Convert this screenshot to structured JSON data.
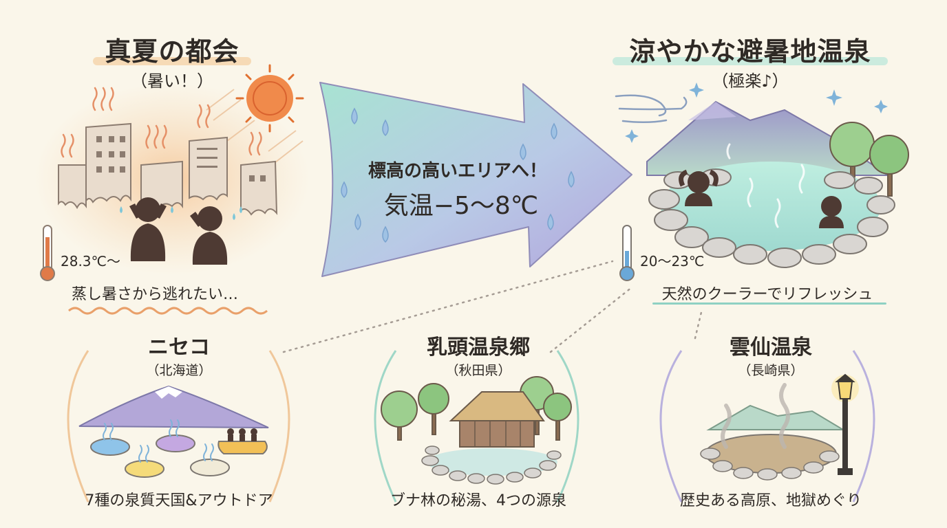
{
  "left": {
    "title": "真夏の都会",
    "subtitle": "（暑い！）",
    "temperature": "28.3℃〜",
    "caption": "蒸し暑さから逃れたい…"
  },
  "arrow": {
    "line1": "標高の高いエリアへ！",
    "line2": "気温−5〜8℃"
  },
  "right": {
    "title": "涼やかな避暑地温泉",
    "subtitle": "（極楽♪）",
    "temperature": "20〜23℃",
    "caption": "天然のクーラーでリフレッシュ"
  },
  "cards": [
    {
      "title": "ニセコ",
      "subtitle": "（北海道）",
      "caption": "7種の泉質天国&アウトドア"
    },
    {
      "title": "乳頭温泉郷",
      "subtitle": "（秋田県）",
      "caption": "ブナ林の秘湯、4つの源泉"
    },
    {
      "title": "雲仙温泉",
      "subtitle": "（長崎県）",
      "caption": "歴史ある高原、地獄めぐり"
    }
  ],
  "colors": {
    "background": "#faf6ea",
    "hot": "#e9a06a",
    "cool": "#7fcfc0",
    "arrow_start": "#a8e0cf",
    "arrow_end": "#b3a6db"
  }
}
